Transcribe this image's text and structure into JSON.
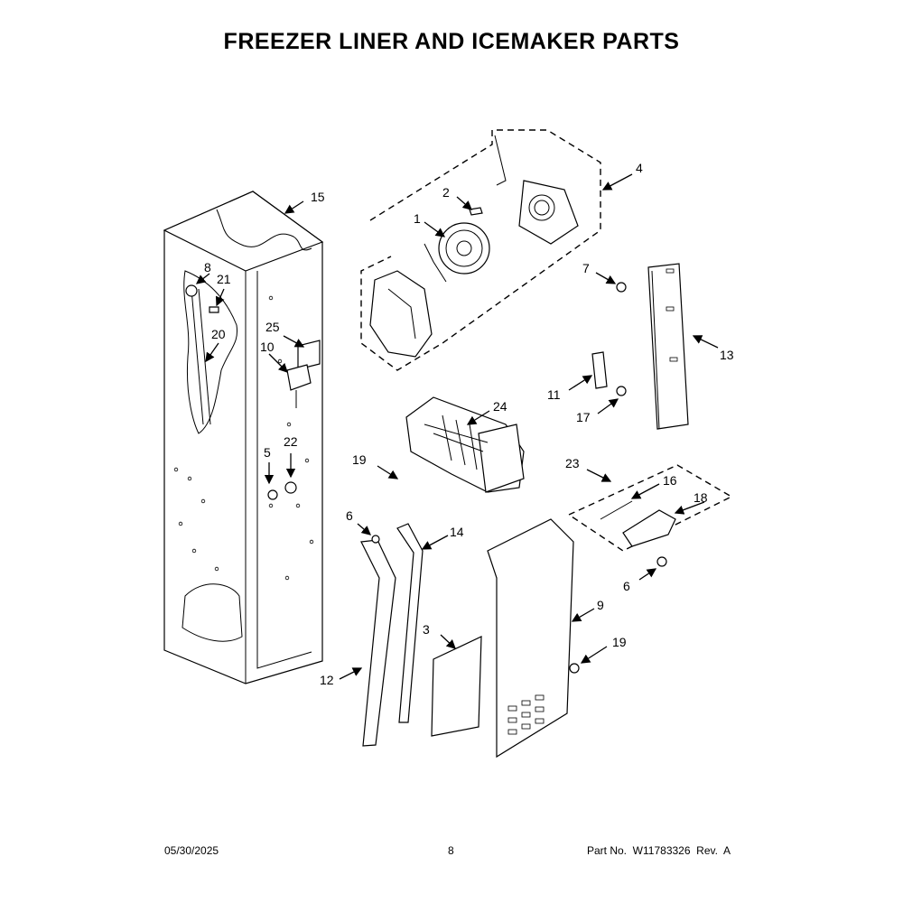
{
  "title": "FREEZER LINER AND ICEMAKER PARTS",
  "footer": {
    "date": "05/30/2025",
    "page": "8",
    "part_no": "Part No.  W11783326  Rev.  A"
  },
  "callouts": [
    "1",
    "2",
    "3",
    "4",
    "5",
    "6",
    "6",
    "7",
    "8",
    "9",
    "10",
    "11",
    "12",
    "13",
    "14",
    "15",
    "16",
    "17",
    "18",
    "19",
    "19",
    "20",
    "21",
    "22",
    "23",
    "24",
    "25"
  ]
}
